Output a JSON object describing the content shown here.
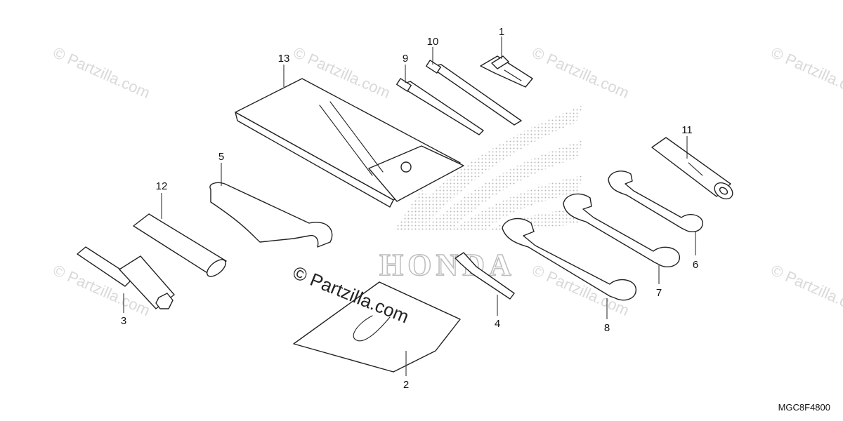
{
  "watermark": {
    "text": "© Partzilla.com",
    "main_text": "© Partzilla.com"
  },
  "logo": {
    "text": "HONDA"
  },
  "diagram_code": "MGC8F4800",
  "callouts": [
    "1",
    "2",
    "3",
    "4",
    "5",
    "6",
    "7",
    "8",
    "9",
    "10",
    "11",
    "12",
    "13"
  ],
  "colors": {
    "line": "#222222",
    "watermark": "#d9d9d9",
    "logo_dots": "#b8b8b8"
  }
}
